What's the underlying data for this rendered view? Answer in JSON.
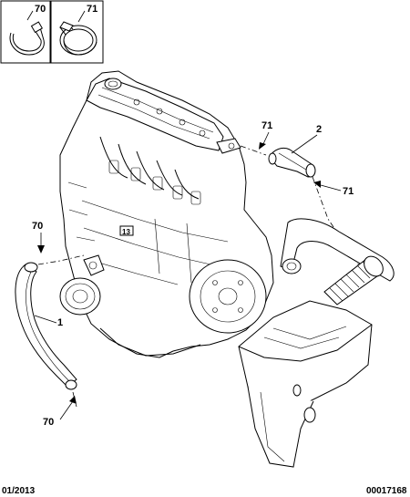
{
  "inset_callouts": {
    "clamp_left": "70",
    "clamp_right": "71"
  },
  "callouts": {
    "top_hose_clamp_upper": "71",
    "top_hose": "2",
    "top_hose_clamp_lower": "71",
    "lower_hose_clamp_upper": "70",
    "lower_hose": "1",
    "lower_hose_clamp_lower": "70"
  },
  "engine_block_label": "13",
  "footer": {
    "date": "01/2013",
    "reference": "00017168"
  }
}
